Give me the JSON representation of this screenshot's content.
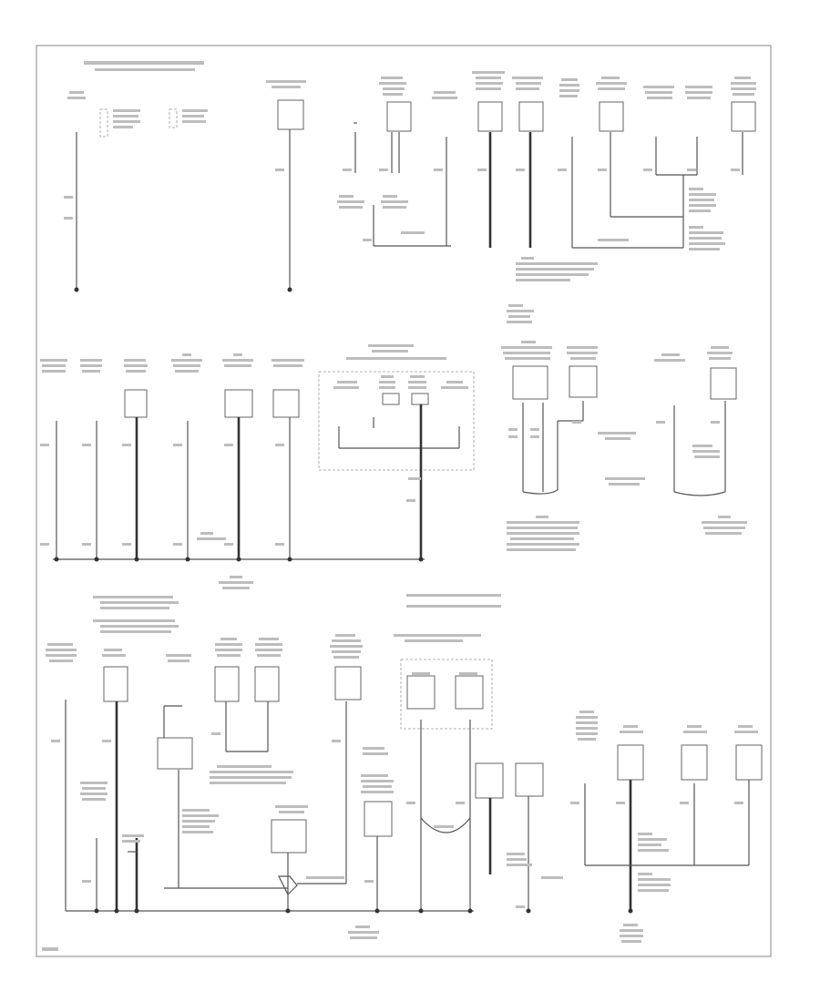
{
  "diagram": {
    "type": "wiring-diagram-ground-distribution",
    "text_legible": false,
    "colors": {
      "wire": "#555555",
      "wire_thick": "#333333",
      "frame": "#9a9a9a",
      "label_placeholder": "#bdbdbd"
    },
    "sections": [
      "upper",
      "middle",
      "lower"
    ]
  }
}
